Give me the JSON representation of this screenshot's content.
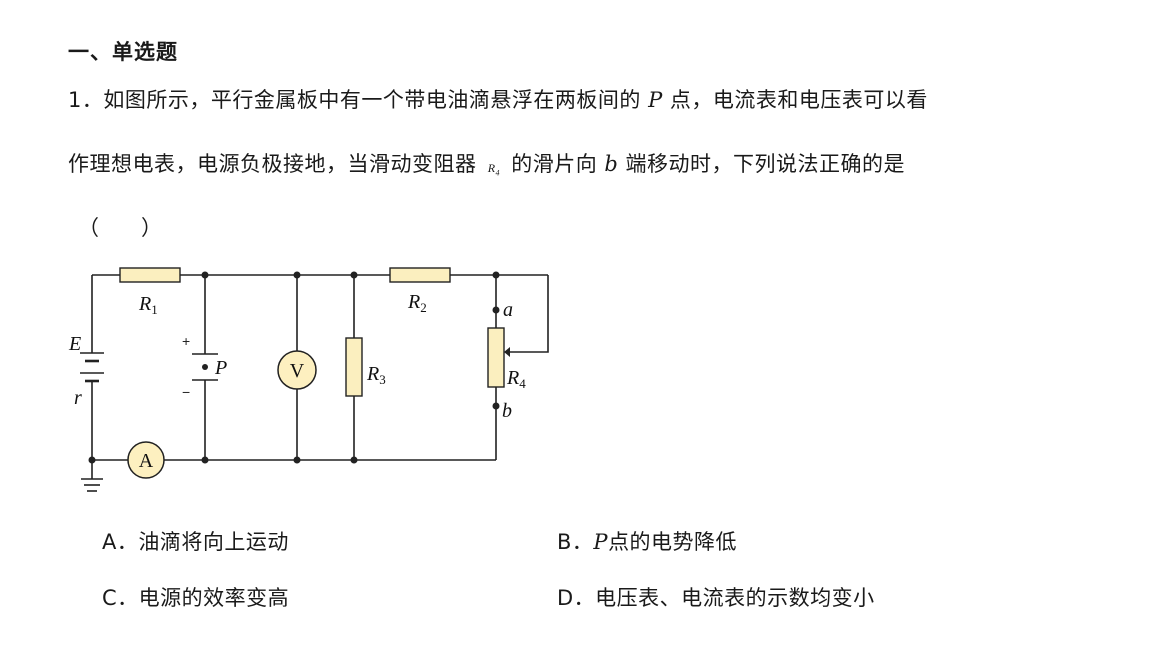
{
  "section_heading": "一、单选题",
  "question": {
    "number": "1．",
    "line1_before_p": "如图所示，平行金属板中有一个带电油滴悬浮在两板间的 ",
    "p_var": "P",
    "line1_after_p": " 点，电流表和电压表可以看",
    "line2_before_r": "作理想电表，电源负极接地，当滑动变阻器 ",
    "r4_main": "R",
    "r4_sub": "4",
    "line2_mid": " 的滑片向 ",
    "b_var": "b",
    "line2_after_b": " 端移动时，下列说法正确的是",
    "answer_bracket": "（　　）"
  },
  "circuit": {
    "labels": {
      "R1": "R",
      "R1_sub": "1",
      "R2": "R",
      "R2_sub": "2",
      "R3": "R",
      "R3_sub": "3",
      "R4": "R",
      "R4_sub": "4",
      "E": "E",
      "r": "r",
      "P": "P",
      "a": "a",
      "b": "b",
      "plus": "+",
      "minus": "−",
      "voltmeter": "V",
      "ammeter": "A"
    },
    "colors": {
      "resistor_fill": "#fbefbf",
      "wire": "#222222",
      "meter_fill": "#fdf0c0"
    }
  },
  "options": {
    "A": {
      "letter": "A．",
      "text": "油滴将向上运动"
    },
    "B": {
      "letter": "B．",
      "var": "P",
      "text": "点的电势降低"
    },
    "C": {
      "letter": "C．",
      "text": "电源的效率变高"
    },
    "D": {
      "letter": "D．",
      "text": "电压表、电流表的示数均变小"
    }
  }
}
